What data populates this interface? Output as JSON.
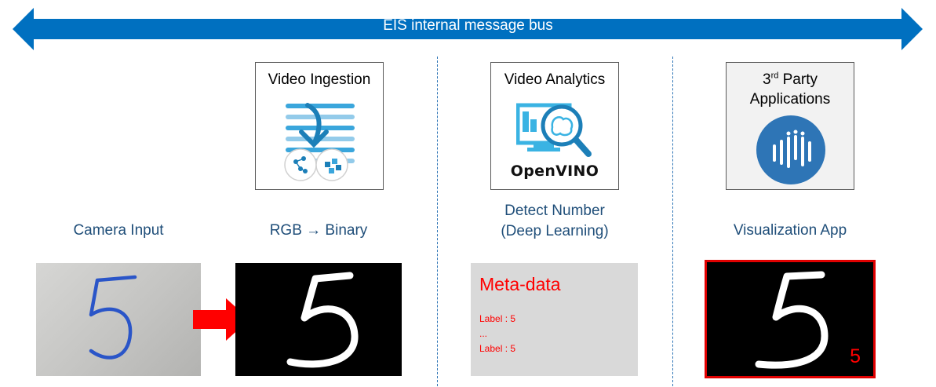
{
  "bus": {
    "label": "EIS internal message bus",
    "color": "#0070c0"
  },
  "modules": {
    "ingestion": {
      "title": "Video Ingestion"
    },
    "analytics": {
      "title": "Video Analytics",
      "brand": "OpenVINO"
    },
    "third_party": {
      "title_sup": "rd",
      "title_line1_pre": "3",
      "title_line1_post": " Party",
      "title_line2": "Applications"
    }
  },
  "stages": {
    "camera": "Camera Input",
    "binary": "RGB → Binary",
    "detect_line1": "Detect Number",
    "detect_line2": "(Deep Learning)",
    "visualization": "Visualization App"
  },
  "meta_panel": {
    "title": "Meta-data",
    "lines": [
      "Label : 5",
      "...",
      "Label : 5"
    ]
  },
  "viz_panel": {
    "overlay_label": "5"
  },
  "colors": {
    "accent_red": "#ff0000",
    "stage_text": "#1f4e79",
    "divider": "#2e75b6"
  }
}
